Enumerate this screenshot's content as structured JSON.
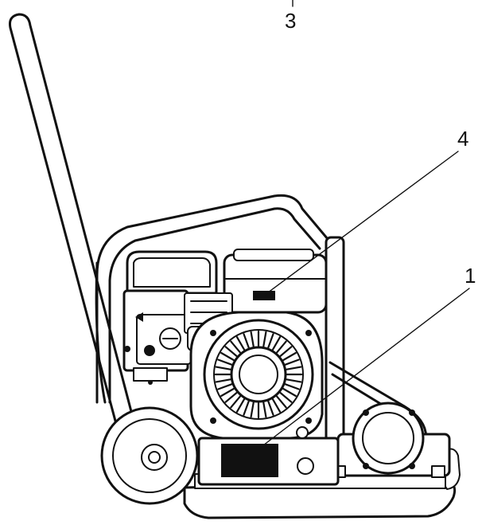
{
  "diagram": {
    "callouts": [
      {
        "id": "3",
        "label": "3"
      },
      {
        "id": "4",
        "label": "4"
      },
      {
        "id": "1",
        "label": "1"
      }
    ]
  },
  "colors": {
    "ink": "#111111",
    "paper": "#ffffff"
  }
}
